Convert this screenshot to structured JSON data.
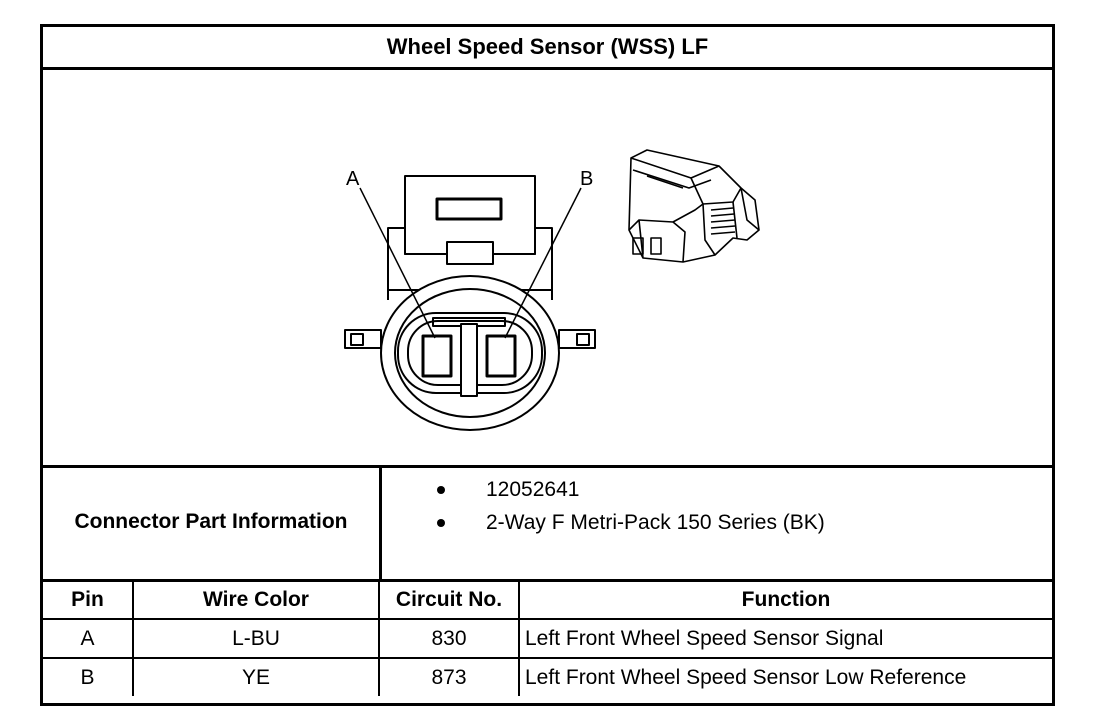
{
  "title": "Wheel Speed Sensor (WSS) LF",
  "figure": {
    "pin_labels": [
      "A",
      "B"
    ]
  },
  "connector_info": {
    "label": "Connector Part Information",
    "items": [
      "12052641",
      "2-Way F Metri-Pack 150 Series (BK)"
    ]
  },
  "pin_table": {
    "headers": [
      "Pin",
      "Wire Color",
      "Circuit No.",
      "Function"
    ],
    "rows": [
      {
        "pin": "A",
        "wire_color": "L-BU",
        "circuit": "830",
        "function": "Left Front Wheel Speed Sensor Signal"
      },
      {
        "pin": "B",
        "wire_color": "YE",
        "circuit": "873",
        "function": "Left Front Wheel Speed Sensor Low Reference"
      }
    ]
  }
}
